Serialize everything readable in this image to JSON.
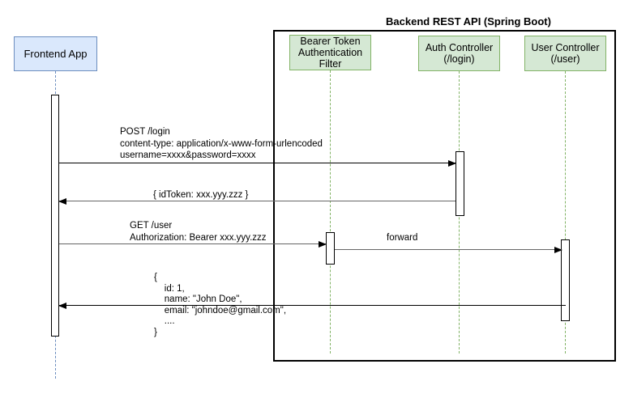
{
  "diagram": {
    "type": "uml-sequence-diagram",
    "frame_title": "Backend REST API (Spring Boot)",
    "participants": [
      {
        "id": "frontend",
        "label": "Frontend App",
        "group": "external"
      },
      {
        "id": "bearer_filter",
        "label": "Bearer Token\nAuthentication\nFilter",
        "group": "backend"
      },
      {
        "id": "auth_controller",
        "label": "Auth Controller\n(/login)",
        "group": "backend"
      },
      {
        "id": "user_controller",
        "label": "User Controller\n(/user)",
        "group": "backend"
      }
    ],
    "messages": [
      {
        "from": "frontend",
        "to": "auth_controller",
        "label": "POST /login\ncontent-type: application/x-www-form-urlencoded\nusername=xxxx&password=xxxx"
      },
      {
        "from": "auth_controller",
        "to": "frontend",
        "label": "{  idToken: xxx.yyy.zzz  }"
      },
      {
        "from": "frontend",
        "to": "bearer_filter",
        "label": "GET /user\nAuthorization: Bearer xxx.yyy.zzz"
      },
      {
        "from": "bearer_filter",
        "to": "user_controller",
        "label": "forward"
      },
      {
        "from": "user_controller",
        "to": "frontend",
        "label": "{\n    id: 1,\n    name: \"John Doe\",\n    email: \"johndoe@gmail.com\",\n    ....\n}"
      }
    ],
    "colors": {
      "external_box_fill": "#dae8fc",
      "external_box_stroke": "#6c8ebf",
      "backend_box_fill": "#d5e8d4",
      "backend_box_stroke": "#82b366",
      "frame_stroke": "#000000",
      "frontend_lifeline": "#6c8ebf",
      "backend_lifeline": "#82b366",
      "arrow_dark": "#000000",
      "arrow_gray": "#666666"
    }
  }
}
